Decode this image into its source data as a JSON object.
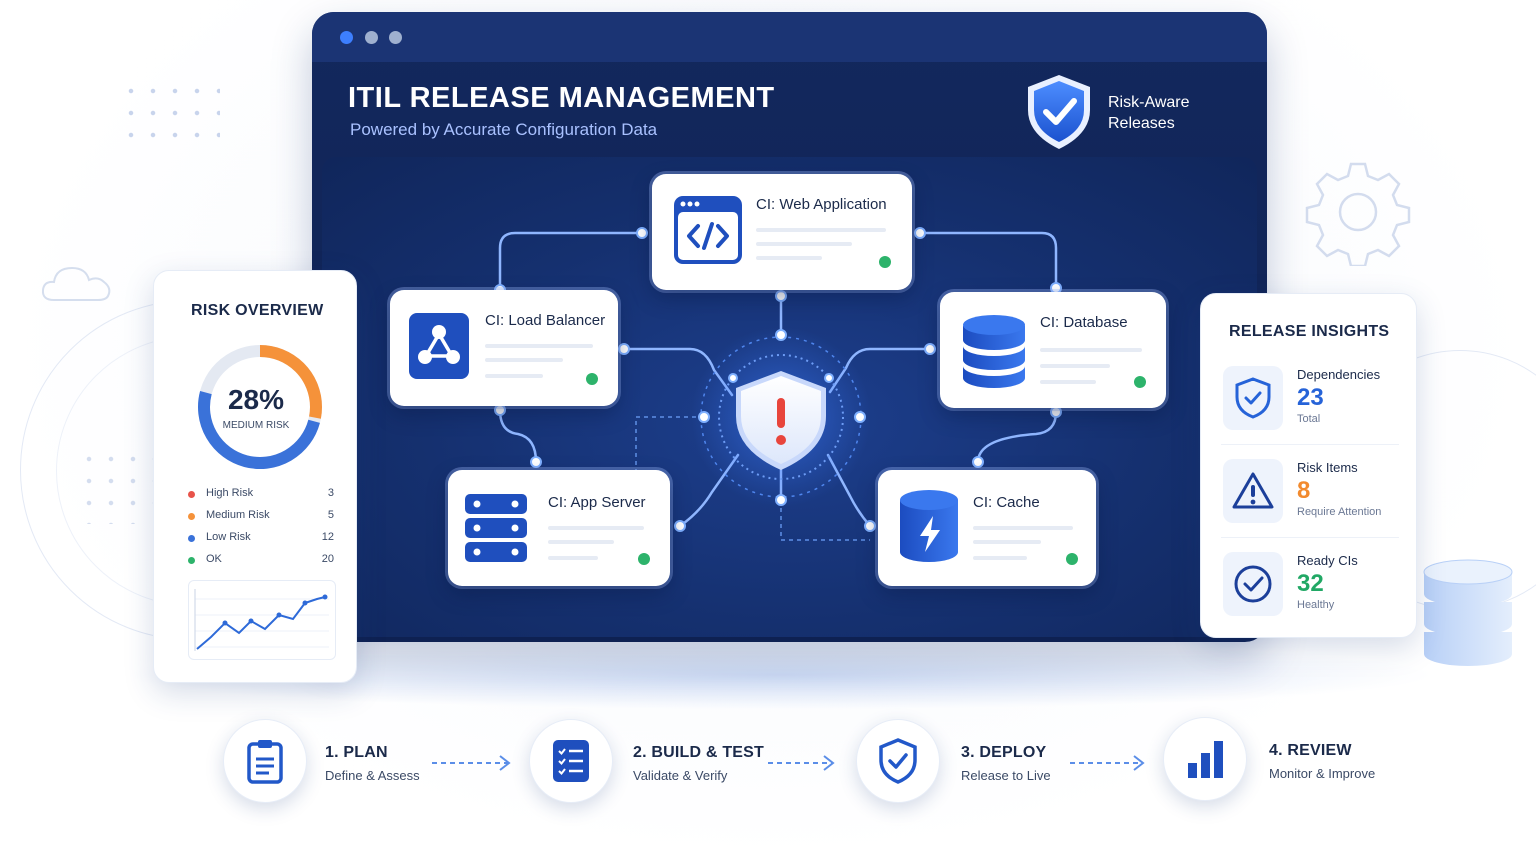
{
  "header": {
    "title": "ITIL RELEASE MANAGEMENT",
    "subtitle": "Powered by Accurate Configuration Data",
    "badge_line1": "Risk-Aware",
    "badge_line2": "Releases"
  },
  "ci_nodes": [
    {
      "label": "CI: Web Application",
      "icon": "code-window-icon",
      "status": "ok"
    },
    {
      "label": "CI: Load Balancer",
      "icon": "network-nodes-icon",
      "status": "ok"
    },
    {
      "label": "CI: Database",
      "icon": "database-icon",
      "status": "ok"
    },
    {
      "label": "CI: App Server",
      "icon": "server-rack-icon",
      "status": "ok"
    },
    {
      "label": "CI: Cache",
      "icon": "lightning-cylinder-icon",
      "status": "ok"
    }
  ],
  "center_icon": "alert-shield-icon",
  "risk_overview": {
    "title": "RISK OVERVIEW",
    "donut_value": "28%",
    "donut_label": "MEDIUM RISK",
    "legend": [
      {
        "name": "High Risk",
        "value": "3",
        "color": "#e8534a"
      },
      {
        "name": "Medium Risk",
        "value": "5",
        "color": "#f5923a"
      },
      {
        "name": "Low Risk",
        "value": "12",
        "color": "#3a72d9"
      },
      {
        "name": "OK",
        "value": "20",
        "color": "#2db36b"
      }
    ]
  },
  "release_insights": {
    "title": "RELEASE INSIGHTS",
    "items": [
      {
        "name": "Dependencies",
        "value": "23",
        "sub": "Total",
        "color": "#2663d8",
        "icon": "shield-check-icon"
      },
      {
        "name": "Risk Items",
        "value": "8",
        "sub": "Require Attention",
        "color": "#f28a2e",
        "icon": "warning-triangle-icon"
      },
      {
        "name": "Ready CIs",
        "value": "32",
        "sub": "Healthy",
        "color": "#21a865",
        "icon": "check-circle-icon"
      }
    ]
  },
  "steps": [
    {
      "title": "1. PLAN",
      "sub": "Define & Assess",
      "icon": "clipboard-icon"
    },
    {
      "title": "2. BUILD & TEST",
      "sub": "Validate & Verify",
      "icon": "checklist-icon"
    },
    {
      "title": "3. DEPLOY",
      "sub": "Release to Live",
      "icon": "shield-check-icon"
    },
    {
      "title": "4. REVIEW",
      "sub": "Monitor & Improve",
      "icon": "bar-chart-icon"
    }
  ],
  "colors": {
    "navy": "#13285d",
    "accent_blue": "#2663d8",
    "ok_green": "#2db36b",
    "alert_red": "#e8453c"
  }
}
